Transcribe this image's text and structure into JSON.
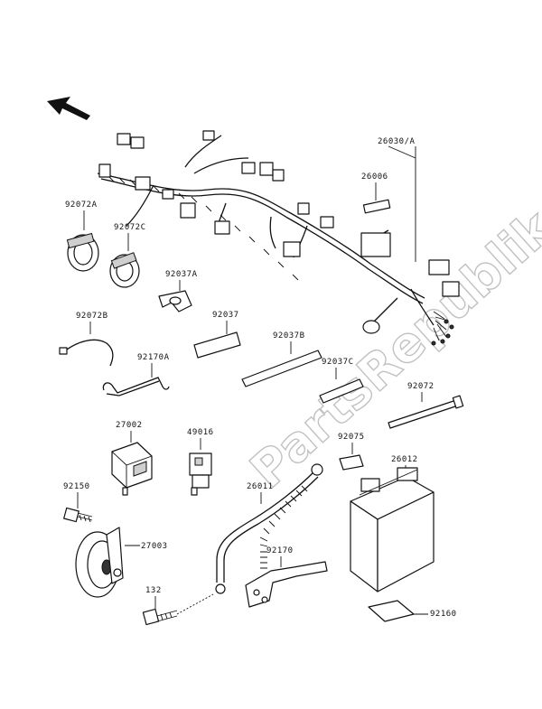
{
  "watermark": "PartsRepublik",
  "parts": {
    "p26030A": "26030/A",
    "p26006": "26006",
    "p92072A": "92072A",
    "p92072C": "92072C",
    "p92037A": "92037A",
    "p92037": "92037",
    "p92037B": "92037B",
    "p92037C": "92037C",
    "p92072B": "92072B",
    "p92170A": "92170A",
    "p92072": "92072",
    "p27002": "27002",
    "p49016": "49016",
    "p92075": "92075",
    "p26012": "26012",
    "p92150": "92150",
    "p26011": "26011",
    "p27003": "27003",
    "p92170": "92170",
    "p132": "132",
    "p92160": "92160"
  }
}
